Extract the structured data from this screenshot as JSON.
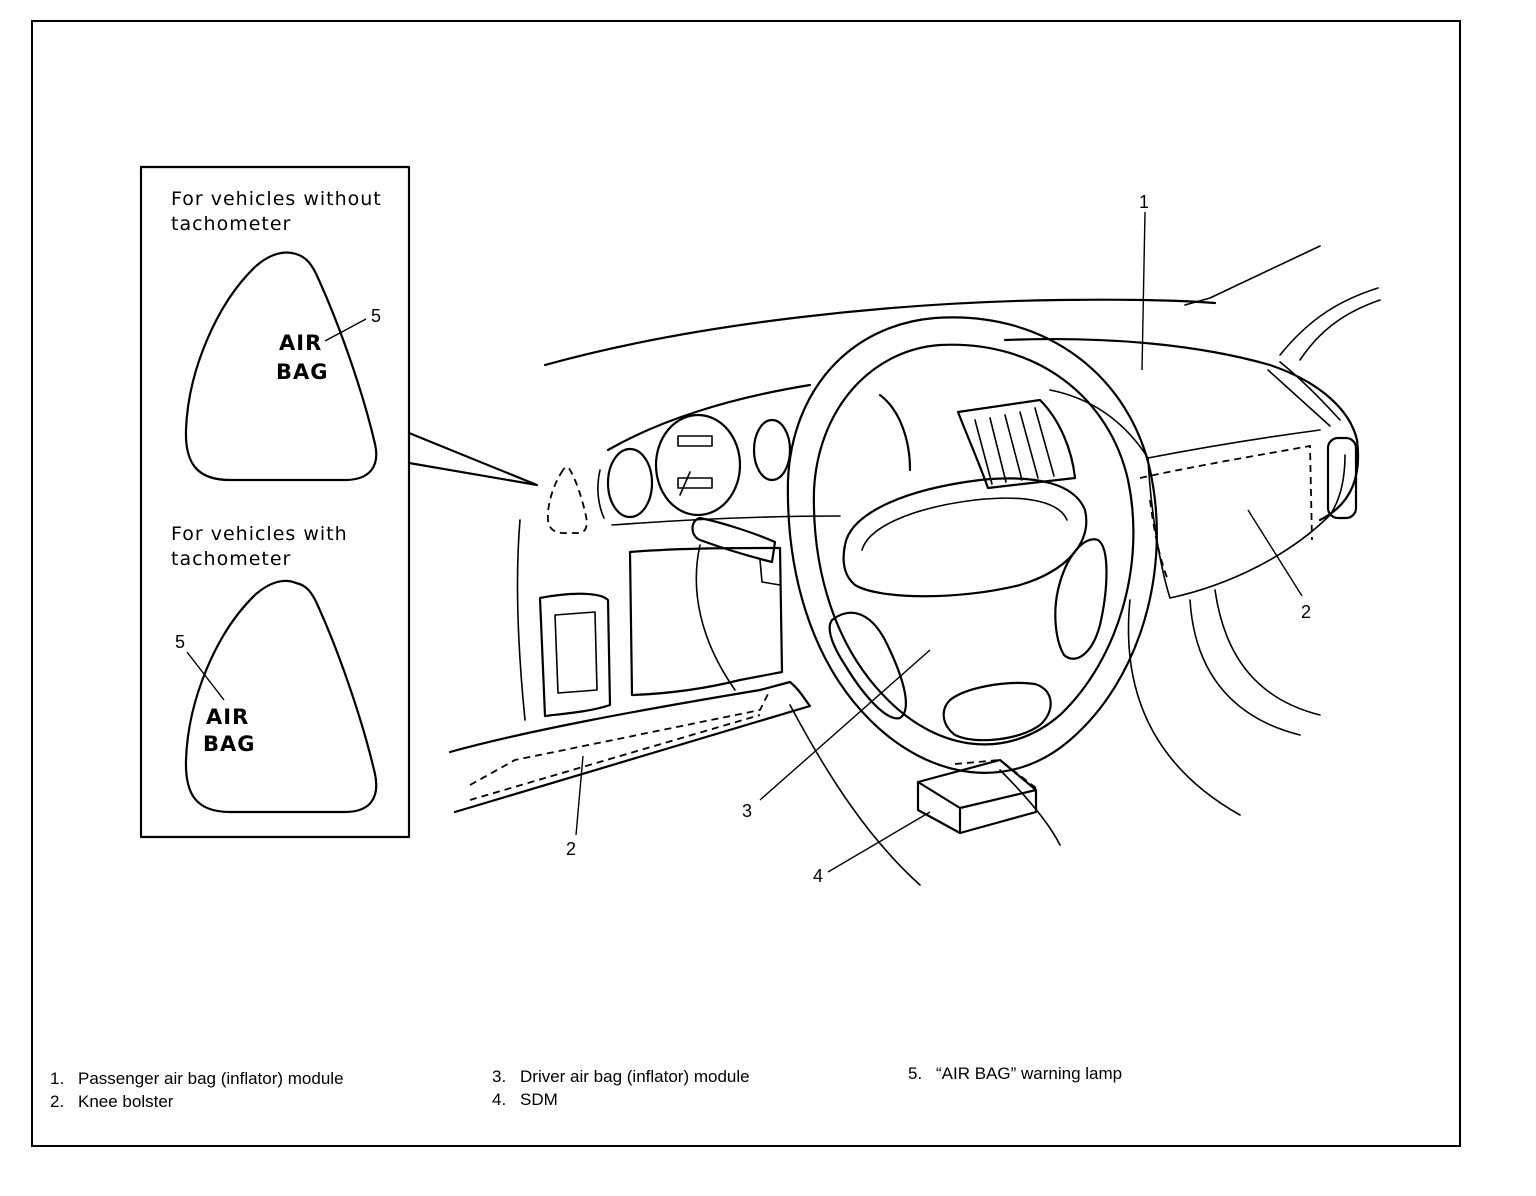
{
  "inset": {
    "top_caption_line1": "For vehicles without",
    "top_caption_line2": "tachometer",
    "bottom_caption_line1": "For vehicles with",
    "bottom_caption_line2": "tachometer",
    "lamp_top_line1": "AIR",
    "lamp_top_line2": "BAG",
    "lamp_bottom_line1": "AIR",
    "lamp_bottom_line2": "BAG",
    "callout_top": "5",
    "callout_bottom": "5"
  },
  "callouts": {
    "c1": "1",
    "c2_right": "2",
    "c2_left": "2",
    "c3": "3",
    "c4": "4"
  },
  "legend": [
    {
      "num": "1.",
      "text": "Passenger air bag (inflator) module"
    },
    {
      "num": "2.",
      "text": "Knee bolster"
    },
    {
      "num": "3.",
      "text": "Driver air bag (inflator) module"
    },
    {
      "num": "4.",
      "text": "SDM"
    },
    {
      "num": "5.",
      "text": "“AIR BAG” warning lamp"
    }
  ]
}
